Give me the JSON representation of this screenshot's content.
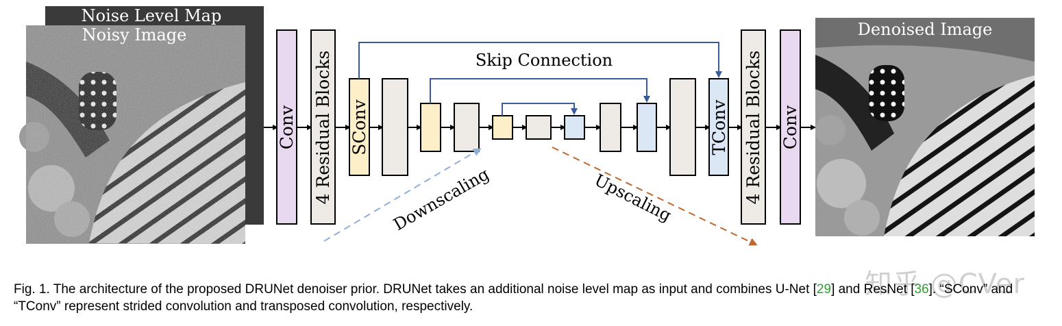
{
  "diagram": {
    "input_back_label": "Noise Level Map",
    "input_front_label": "Noisy Image",
    "output_label": "Denoised Image",
    "blocks": {
      "conv_left": "Conv",
      "res_left": "4 Residual Blocks",
      "sconv": "SConv",
      "tconv": "TConv",
      "res_right": "4 Residual Blocks",
      "conv_right": "Conv"
    },
    "skip_label": "Skip Connection",
    "down_label": "Downscaling",
    "up_label": "Upscaling"
  },
  "caption": {
    "text_a": "Fig. 1. The architecture of the proposed DRUNet denoiser prior. DRUNet takes an additional noise level map as input and combines U-Net [",
    "cite_a": "29",
    "text_b": "] and ResNet [",
    "cite_b": "36",
    "text_c": "]. “SConv” and “TConv” represent strided convolution and transposed convolution, respectively."
  },
  "watermark": "知乎 @CVer",
  "colors": {
    "conv": "#e8d8f0",
    "residual": "#eeebe6",
    "sconv": "#fdf0c8",
    "tconv": "#dbe7f5",
    "skip_arrow": "#3a5b9a",
    "down_arrow": "#8fafd8",
    "up_arrow": "#c0672b",
    "citation": "#2ca02c"
  }
}
